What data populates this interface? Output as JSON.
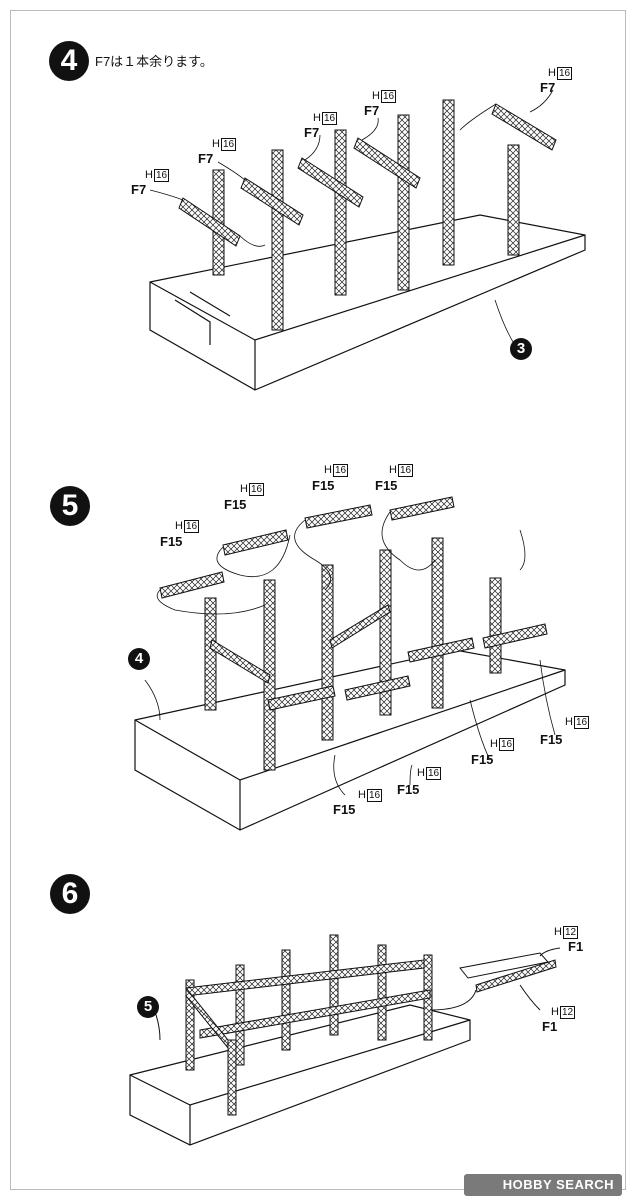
{
  "steps": [
    {
      "number": "4",
      "note": "F7は１本余ります。",
      "ref_step": "3",
      "part_labels": [
        {
          "part": "F7",
          "h": "H",
          "hnum": "16"
        },
        {
          "part": "F7",
          "h": "H",
          "hnum": "16"
        },
        {
          "part": "F7",
          "h": "H",
          "hnum": "16"
        },
        {
          "part": "F7",
          "h": "H",
          "hnum": "16"
        },
        {
          "part": "F7",
          "h": "H",
          "hnum": "16"
        }
      ]
    },
    {
      "number": "5",
      "ref_step": "4",
      "part_labels": [
        {
          "part": "F15",
          "h": "H",
          "hnum": "16"
        },
        {
          "part": "F15",
          "h": "H",
          "hnum": "16"
        },
        {
          "part": "F15",
          "h": "H",
          "hnum": "16"
        },
        {
          "part": "F15",
          "h": "H",
          "hnum": "16"
        },
        {
          "part": "F15",
          "h": "H",
          "hnum": "16"
        },
        {
          "part": "F15",
          "h": "H",
          "hnum": "16"
        },
        {
          "part": "F15",
          "h": "H",
          "hnum": "16"
        },
        {
          "part": "F15",
          "h": "H",
          "hnum": "16"
        }
      ]
    },
    {
      "number": "6",
      "ref_step": "5",
      "part_labels": [
        {
          "part": "F1",
          "h": "H",
          "hnum": "12"
        },
        {
          "part": "F1",
          "h": "H",
          "hnum": "12"
        }
      ]
    }
  ],
  "watermark": "HOBBY SEARCH"
}
